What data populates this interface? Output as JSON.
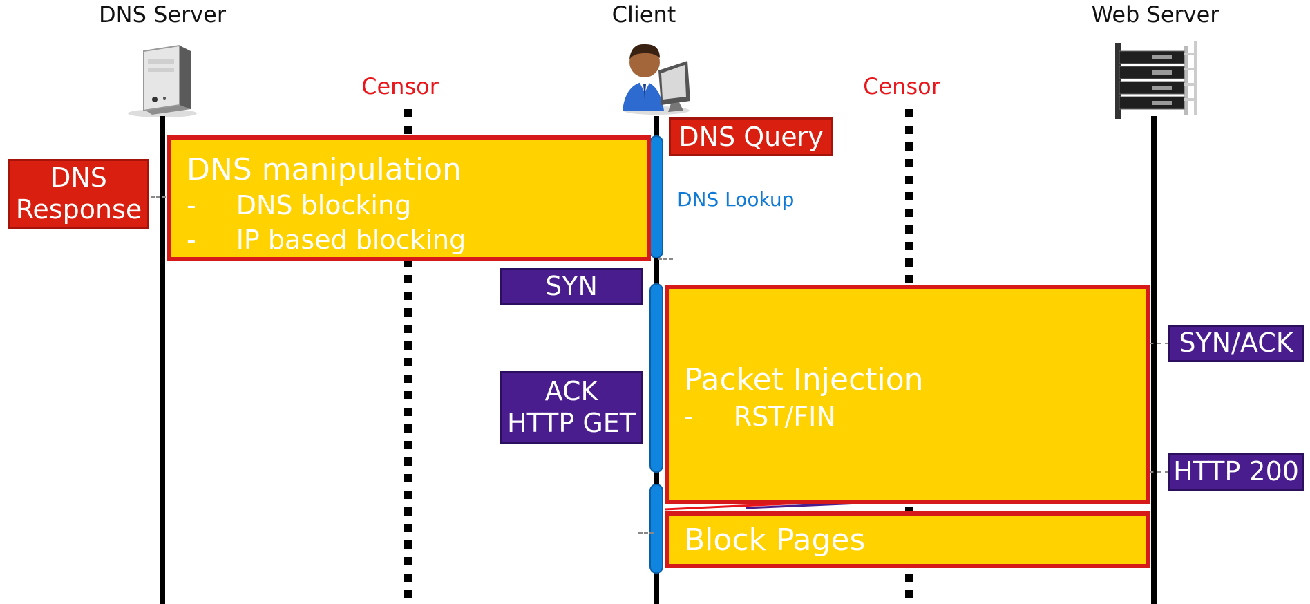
{
  "actors": {
    "dns_server": "DNS Server",
    "client": "Client",
    "web_server": "Web Server",
    "censor_left": "Censor",
    "censor_right": "Censor"
  },
  "messages": {
    "dns_query": "DNS Query",
    "dns_response_line1": "DNS",
    "dns_response_line2": "Response",
    "syn": "SYN",
    "syn_ack": "SYN/ACK",
    "ack": "ACK",
    "http_get": "HTTP GET",
    "http_200": "HTTP 200",
    "dns_lookup": "DNS Lookup"
  },
  "boxes": {
    "dns_manipulation": {
      "title": "DNS manipulation",
      "bullets": [
        "DNS blocking",
        "IP based blocking"
      ]
    },
    "packet_injection": {
      "title": "Packet Injection",
      "bullets": [
        "RST/FIN"
      ]
    },
    "block_pages": {
      "title": "Block Pages"
    }
  },
  "colors": {
    "censor": "#e8161a",
    "highlight": "#ffd200",
    "box_border": "#d61a1a",
    "dns_label": "#d91f10",
    "tcp_label": "#4a1d8f",
    "activation": "#0f85e0"
  }
}
